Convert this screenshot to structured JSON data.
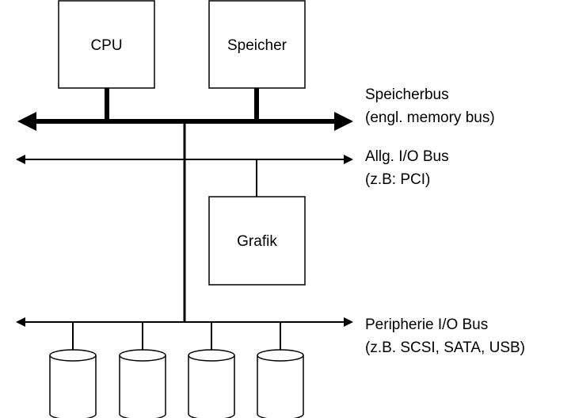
{
  "components": {
    "cpu": "CPU",
    "memory": "Speicher",
    "graphics": "Grafik"
  },
  "buses": {
    "memory_bus": {
      "label": "Speicherbus",
      "sublabel": "(engl. memory bus)"
    },
    "io_bus": {
      "label": "Allg. I/O Bus",
      "sublabel": "(z.B: PCI)"
    },
    "peripheral_bus": {
      "label": "Peripherie I/O Bus",
      "sublabel": "(z.B. SCSI, SATA, USB)"
    }
  },
  "disks": {
    "count": 4
  },
  "colors": {
    "stroke": "#000000",
    "background": "#ffffff"
  }
}
